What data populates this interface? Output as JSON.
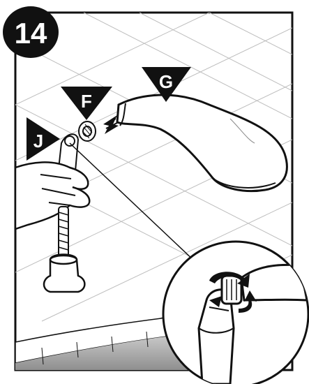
{
  "step": {
    "number": "14"
  },
  "callouts": [
    {
      "letter": "G"
    },
    {
      "letter": "F"
    },
    {
      "letter": "J"
    }
  ],
  "colors": {
    "ink": "#111111",
    "paper": "#ffffff",
    "grid": "#bdbdbd",
    "shadow": "#9a9a9a"
  },
  "icons": [
    "rotation-arrow-icon",
    "push-arrow-icon"
  ]
}
